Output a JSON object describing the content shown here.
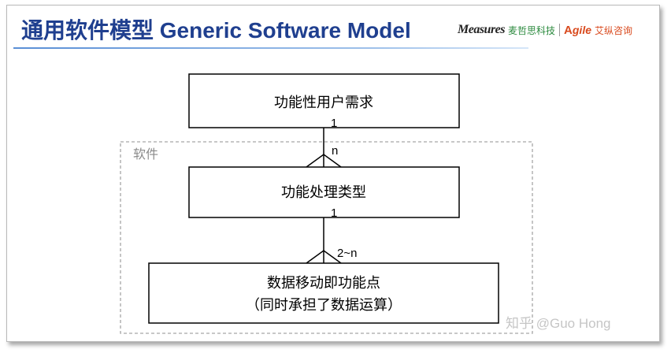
{
  "header": {
    "title": "通用软件模型 Generic Software Model",
    "logo_measures": "Measures",
    "logo_measures_cn": "麦哲思科技",
    "logo_agile_mark": "A",
    "logo_agile": "gile",
    "logo_agile_cn": "艾纵咨询"
  },
  "diagram": {
    "group_label": "软件",
    "box_top": "功能性用户需求",
    "box_middle": "功能处理类型",
    "box_bottom_line1": "数据移动即功能点",
    "box_bottom_line2": "（同时承担了数据运算）",
    "mult_top_one": "1",
    "mult_top_many": "n",
    "mult_middle_one": "1",
    "mult_middle_many": "2~n"
  },
  "watermark": "知乎 @Guo Hong",
  "colors": {
    "title": "#1f3f8f",
    "rule": "#5a8fd6",
    "group_border": "#a6a6a6",
    "box_border": "#000000"
  }
}
